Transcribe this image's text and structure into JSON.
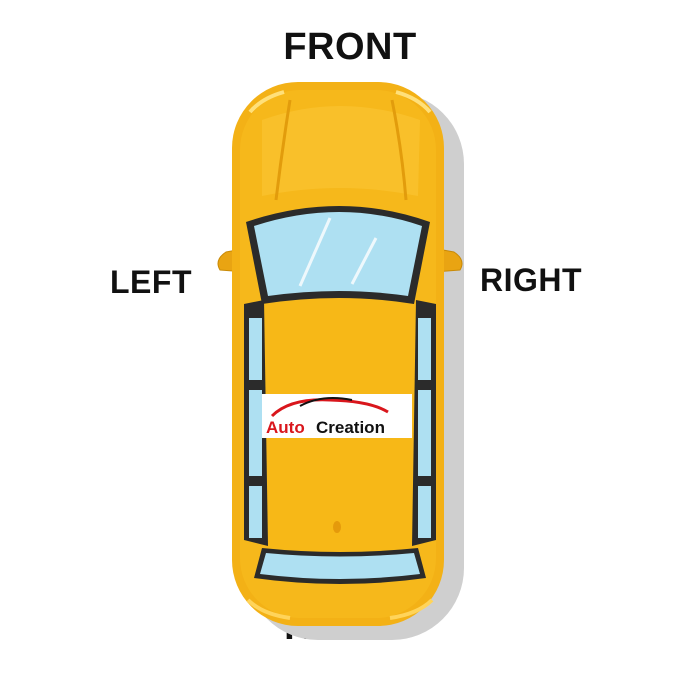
{
  "labels": {
    "front": "FRONT",
    "rear": "REAR",
    "left": "LEFT",
    "right": "RIGHT"
  },
  "logo": {
    "word1": "Auto",
    "word2": "Creation"
  },
  "colors": {
    "car_body": "#f6b81b",
    "car_body_dark": "#e59a0b",
    "car_highlight": "#ffd45a",
    "shadow": "#cfcfcf",
    "trim": "#2b2b2b",
    "glass": "#aee0f2",
    "logo_red": "#d9161c"
  }
}
